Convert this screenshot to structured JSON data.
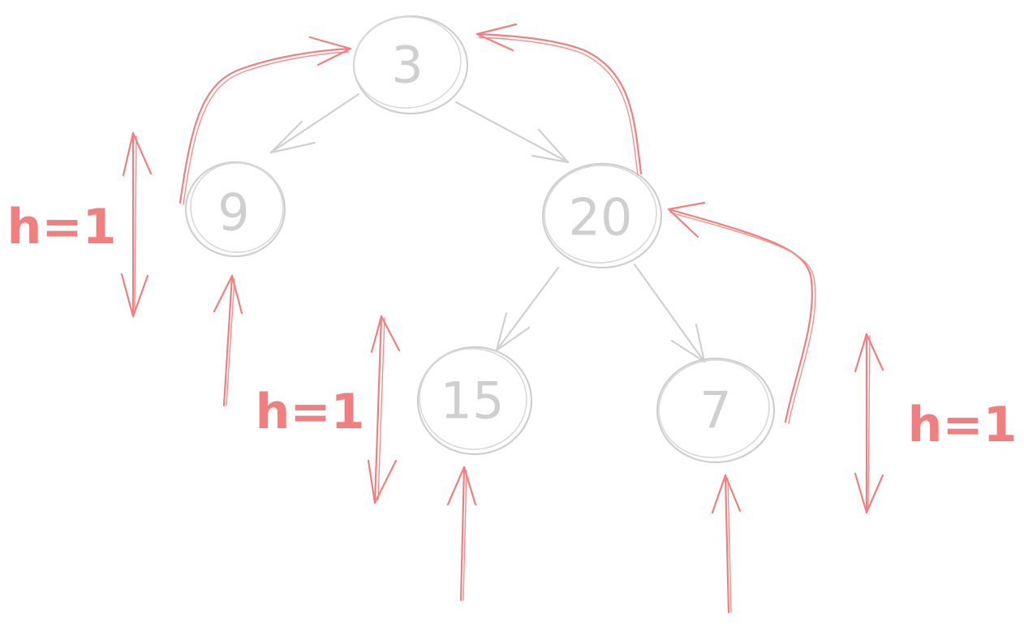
{
  "tree": {
    "nodes": [
      {
        "id": "n3",
        "label": "3"
      },
      {
        "id": "n9",
        "label": "9"
      },
      {
        "id": "n20",
        "label": "20"
      },
      {
        "id": "n15",
        "label": "15"
      },
      {
        "id": "n7",
        "label": "7"
      }
    ]
  },
  "annotations": {
    "height_left": "h=1",
    "height_middle": "h=1",
    "height_right": "h=1"
  },
  "colors": {
    "node": "#cfcfcf",
    "annotation": "#f07f7f"
  }
}
